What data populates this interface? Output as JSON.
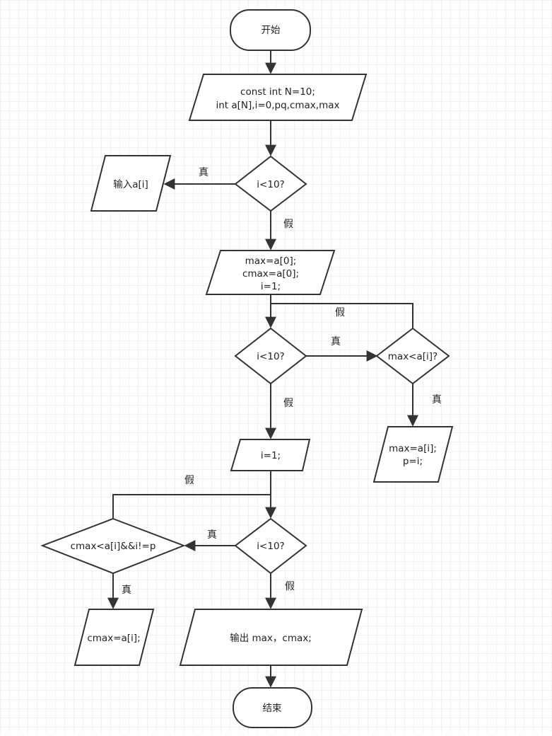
{
  "nodes": {
    "start": "开始",
    "decl_line1": "const int N=10;",
    "decl_line2": "int a[N],i=0,pq,cmax,max",
    "input": "输入a[i]",
    "cond1": "i<10?",
    "init_line1": "max=a[0];",
    "init_line2": "cmax=a[0];",
    "init_line3": "i=1;",
    "cond2": "i<10?",
    "cond_max": "max<a[i]?",
    "assign_line1": "max=a[i];",
    "assign_line2": "p=i;",
    "reset_i": "i=1;",
    "cond3": "i<10?",
    "cond_cmax": "cmax<a[i]&&i!=p",
    "assign_cmax": "cmax=a[i];",
    "output": "输出 max，cmax;",
    "end": "结束"
  },
  "edge_labels": {
    "cond1_true": "真",
    "cond1_false": "假",
    "loop2_false": "假",
    "cond2_true": "真",
    "cond2_false": "假",
    "cond_max_true": "真",
    "loop3_false": "假",
    "cond3_true": "真",
    "cond_cmax_true": "真",
    "cond3_false": "假"
  },
  "colors": {
    "stroke": "#333333",
    "grid": "#e6e6e6",
    "background": "#ffffff"
  }
}
